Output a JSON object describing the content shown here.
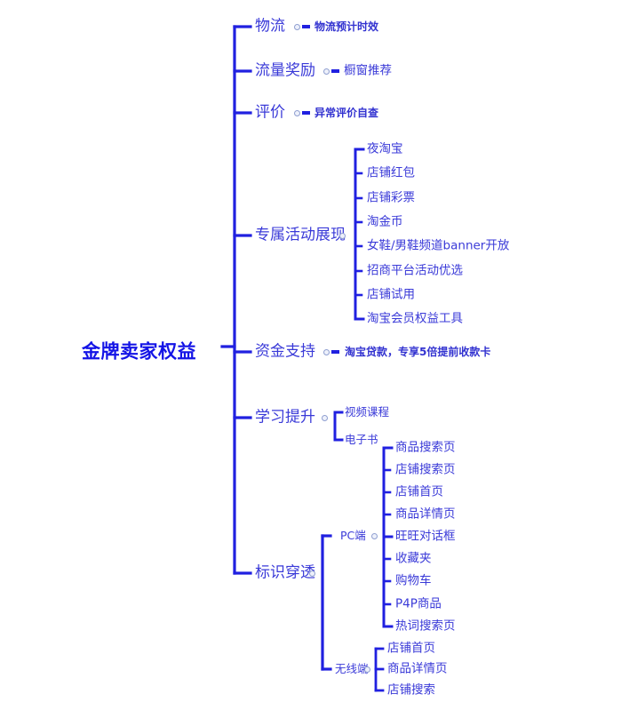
{
  "diagram": {
    "title": "金牌卖家权益",
    "type": "mindmap",
    "accent_color": "#2020e0",
    "text_color": "#3a3ad8",
    "root_color": "#1414e6",
    "connector_dot_color": "#8f9fd0",
    "background": "#ffffff"
  },
  "root": {
    "label": "金牌卖家权益"
  },
  "branches": [
    {
      "label": "物流",
      "children": [
        {
          "label": "物流预计时效"
        }
      ]
    },
    {
      "label": "流量奖励",
      "children": [
        {
          "label": "橱窗推荐"
        }
      ]
    },
    {
      "label": "评价",
      "children": [
        {
          "label": "异常评价自查"
        }
      ]
    },
    {
      "label": "专属活动展现",
      "children": [
        {
          "label": "夜淘宝"
        },
        {
          "label": "店铺红包"
        },
        {
          "label": "店铺彩票"
        },
        {
          "label": "淘金币"
        },
        {
          "label": "女鞋/男鞋频道banner开放"
        },
        {
          "label": "招商平台活动优选"
        },
        {
          "label": "店铺试用"
        },
        {
          "label": "淘宝会员权益工具"
        }
      ]
    },
    {
      "label": "资金支持",
      "children": [
        {
          "label": "淘宝贷款，专享5倍提前收款卡"
        }
      ]
    },
    {
      "label": "学习提升",
      "children": [
        {
          "label": "视频课程"
        },
        {
          "label": "电子书"
        }
      ]
    },
    {
      "label": "标识穿透",
      "children": [
        {
          "label": "PC端",
          "children": [
            {
              "label": "商品搜索页"
            },
            {
              "label": "店铺搜索页"
            },
            {
              "label": "店铺首页"
            },
            {
              "label": "商品详情页"
            },
            {
              "label": "旺旺对话框"
            },
            {
              "label": "收藏夹"
            },
            {
              "label": "购物车"
            },
            {
              "label": "P4P商品"
            },
            {
              "label": "热词搜索页"
            }
          ]
        },
        {
          "label": "无线端",
          "children": [
            {
              "label": "店铺首页"
            },
            {
              "label": "商品详情页"
            },
            {
              "label": "店铺搜索"
            }
          ]
        }
      ]
    }
  ]
}
